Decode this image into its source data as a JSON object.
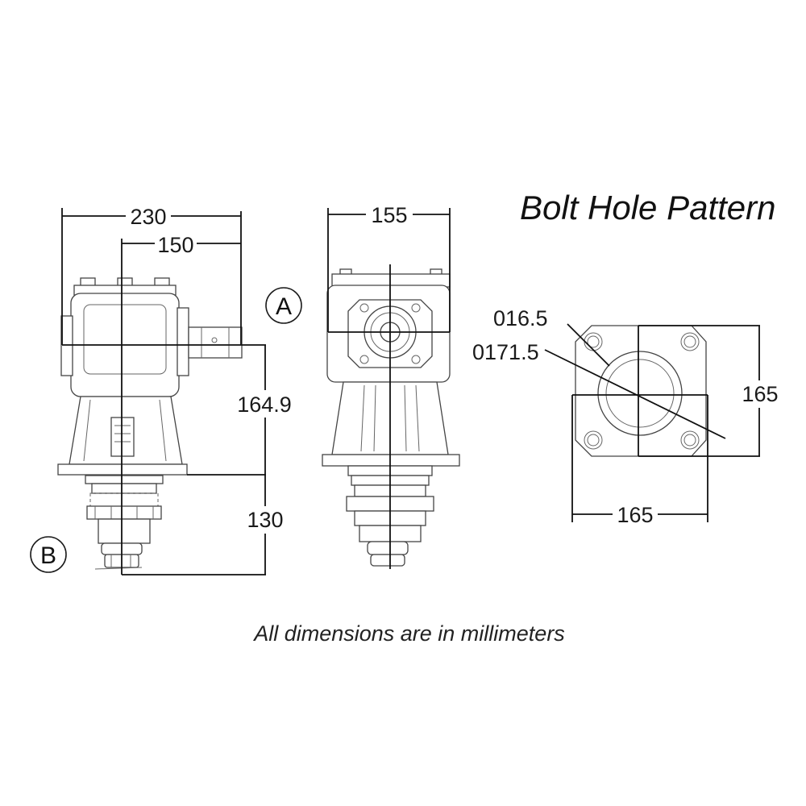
{
  "title": "Bolt Hole Pattern",
  "note": "All dimensions are in millimeters",
  "callouts": {
    "a": "A",
    "b": "B"
  },
  "side_view": {
    "overall_width": "230",
    "shaft_offset": "150",
    "upper_height": "164.9",
    "lower_height": "130"
  },
  "front_view": {
    "width": "155"
  },
  "bolt_pattern": {
    "hole_diameter": "016.5",
    "circle_diameter": "0171.5",
    "width": "165",
    "height": "165"
  }
}
